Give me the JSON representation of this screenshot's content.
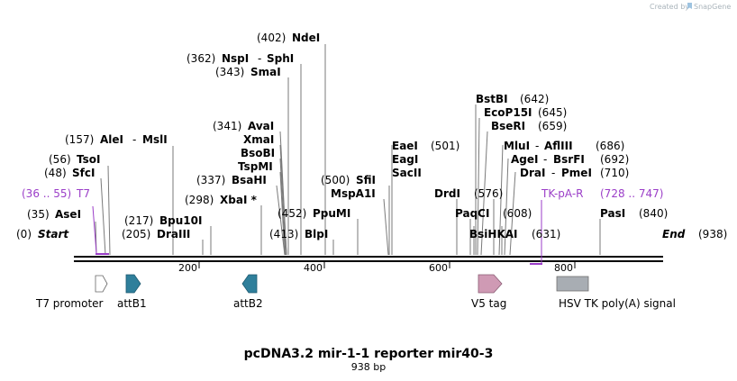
{
  "credit": {
    "prefix": "Created by",
    "brand": "SnapGene"
  },
  "plasmid": {
    "name": "pcDNA3.2 mir-1-1 reporter mir40-3",
    "size_label": "938 bp",
    "length": 938
  },
  "axis_ticks": [
    "200",
    "400",
    "600",
    "800"
  ],
  "enzymes": [
    {
      "pos": "(0)",
      "name": "Start",
      "italic": true
    },
    {
      "pos": "(35)",
      "name": "AseI"
    },
    {
      "pos": "(48)",
      "name": "SfcI"
    },
    {
      "pos": "(56)",
      "name": "TsoI"
    },
    {
      "pos": "(157)",
      "name": "AleI",
      "alt": "MslI"
    },
    {
      "pos": "(205)",
      "name": "DraIII"
    },
    {
      "pos": "(217)",
      "name": "Bpu10I"
    },
    {
      "pos": "(298)",
      "name": "XbaI *"
    },
    {
      "pos": "(337)",
      "name": "BsaHI"
    },
    {
      "name": "TspMI"
    },
    {
      "name": "BsoBI"
    },
    {
      "name": "XmaI"
    },
    {
      "pos": "(341)",
      "name": "AvaI"
    },
    {
      "pos": "(343)",
      "name": "SmaI"
    },
    {
      "pos": "(362)",
      "name": "NspI",
      "alt": "SphI"
    },
    {
      "pos": "(402)",
      "name": "NdeI"
    },
    {
      "pos": "(413)",
      "name": "BlpI"
    },
    {
      "pos": "(452)",
      "name": "PpuMI"
    },
    {
      "name": "MspA1I"
    },
    {
      "pos": "(500)",
      "name": "SfiI"
    },
    {
      "name": "SacII"
    },
    {
      "name": "EagI"
    },
    {
      "pos": "(501)",
      "name": "EaeI"
    },
    {
      "name": "DrdI"
    },
    {
      "name": "PaqCI"
    },
    {
      "pos": "(576)",
      "name": ""
    },
    {
      "name": "BsiHKAI"
    },
    {
      "pos": "(608)",
      "name": ""
    },
    {
      "pos": "(631)",
      "name": ""
    },
    {
      "pos": "(642)",
      "name": "BstBI"
    },
    {
      "pos": "(645)",
      "name": "EcoP15I"
    },
    {
      "pos": "(659)",
      "name": "BseRI"
    },
    {
      "pos": "(686)",
      "name": "MluI",
      "alt": "AflIII"
    },
    {
      "pos": "(692)",
      "name": "AgeI",
      "alt": "BsrFI"
    },
    {
      "pos": "(710)",
      "name": "DraI",
      "alt": "PmeI"
    },
    {
      "pos": "(840)",
      "name": "PasI"
    },
    {
      "pos": "(938)",
      "name": "End",
      "italic": true
    }
  ],
  "primers": [
    {
      "name": "T7",
      "range": "(36 .. 55)",
      "color": "#9b3ec8"
    },
    {
      "name": "TK-pA-R",
      "range": "(728 .. 747)",
      "color": "#9b3ec8"
    }
  ],
  "features": [
    {
      "name": "T7 promoter",
      "color": "#ffffff"
    },
    {
      "name": "attB1",
      "color": "#2f7f9b"
    },
    {
      "name": "attB2",
      "color": "#2f7f9b"
    },
    {
      "name": "V5 tag",
      "color": "#cf9ab4"
    },
    {
      "name": "HSV TK poly(A) signal",
      "color": "#a8adb3"
    }
  ]
}
